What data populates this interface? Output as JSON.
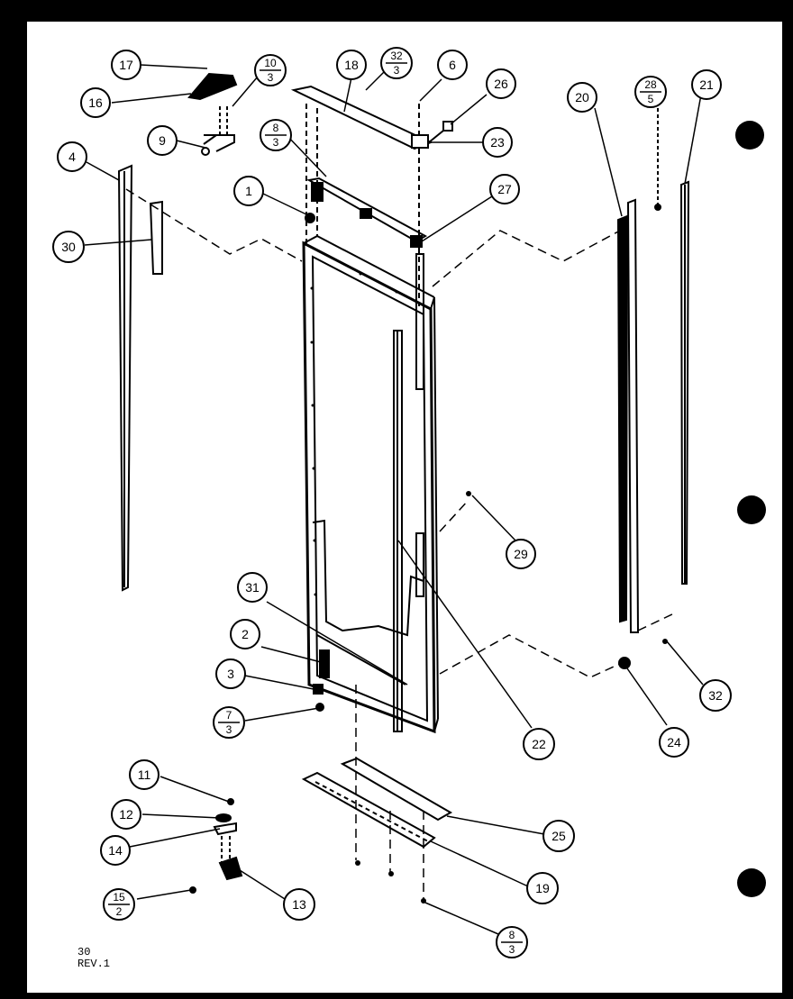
{
  "callouts": [
    {
      "id": "17",
      "text": "17"
    },
    {
      "id": "16",
      "text": "16"
    },
    {
      "id": "9",
      "text": "9"
    },
    {
      "id": "18",
      "text": "18"
    },
    {
      "id": "6",
      "text": "6"
    },
    {
      "id": "26",
      "text": "26"
    },
    {
      "id": "23",
      "text": "23"
    },
    {
      "id": "27",
      "text": "27"
    },
    {
      "id": "1",
      "text": "1"
    },
    {
      "id": "4",
      "text": "4"
    },
    {
      "id": "30",
      "text": "30"
    },
    {
      "id": "20",
      "text": "20"
    },
    {
      "id": "21",
      "text": "21"
    },
    {
      "id": "29",
      "text": "29"
    },
    {
      "id": "31",
      "text": "31"
    },
    {
      "id": "2",
      "text": "2"
    },
    {
      "id": "3",
      "text": "3"
    },
    {
      "id": "22",
      "text": "22"
    },
    {
      "id": "24",
      "text": "24"
    },
    {
      "id": "32",
      "text": "32"
    },
    {
      "id": "11",
      "text": "11"
    },
    {
      "id": "12",
      "text": "12"
    },
    {
      "id": "14",
      "text": "14"
    },
    {
      "id": "25",
      "text": "25"
    },
    {
      "id": "19",
      "text": "19"
    },
    {
      "id": "13",
      "text": "13"
    }
  ],
  "fraction_callouts": [
    {
      "id": "10-3",
      "num": "10",
      "den": "3"
    },
    {
      "id": "32-3",
      "num": "32",
      "den": "3"
    },
    {
      "id": "8-3-top",
      "num": "8",
      "den": "3"
    },
    {
      "id": "28-5",
      "num": "28",
      "den": "5"
    },
    {
      "id": "7-3",
      "num": "7",
      "den": "3"
    },
    {
      "id": "15-2",
      "num": "15",
      "den": "2"
    },
    {
      "id": "8-3-bottom",
      "num": "8",
      "den": "3"
    }
  ],
  "footer": {
    "line1": "30",
    "line2": "REV.1"
  }
}
